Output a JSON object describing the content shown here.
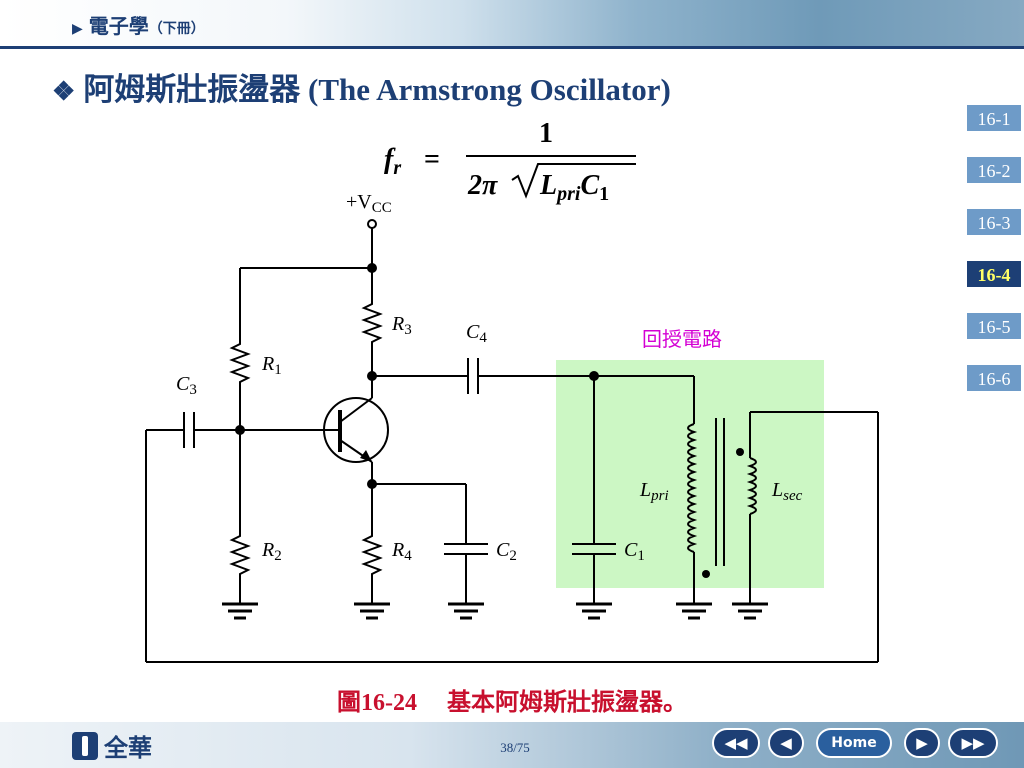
{
  "header": {
    "book_title": "電子學",
    "book_sub": "（下冊）"
  },
  "slide": {
    "title": "阿姆斯壯振盪器 (The Armstrong Oscillator)"
  },
  "nav_tabs": [
    {
      "label": "16-1"
    },
    {
      "label": "16-2"
    },
    {
      "label": "16-3"
    },
    {
      "label": "16-4"
    },
    {
      "label": "16-5"
    },
    {
      "label": "16-6"
    }
  ],
  "active_tab": "16-4",
  "formula": {
    "lhs": "f",
    "lhs_sub": "r",
    "equals": "=",
    "numerator": "1",
    "denom_coeff": "2π",
    "denom_L": "L",
    "denom_L_sub": "pri",
    "denom_C": "C",
    "denom_C_sub": "1"
  },
  "circuit": {
    "vcc_label": "+V",
    "vcc_sub": "CC",
    "feedback_label": "回授電路",
    "components": {
      "R1": {
        "letter": "R",
        "sub": "1"
      },
      "R2": {
        "letter": "R",
        "sub": "2"
      },
      "R3": {
        "letter": "R",
        "sub": "3"
      },
      "R4": {
        "letter": "R",
        "sub": "4"
      },
      "C1": {
        "letter": "C",
        "sub": "1"
      },
      "C2": {
        "letter": "C",
        "sub": "2"
      },
      "C3": {
        "letter": "C",
        "sub": "3"
      },
      "C4": {
        "letter": "C",
        "sub": "4"
      },
      "Lpri": {
        "letter": "L",
        "sub": "pri"
      },
      "Lsec": {
        "letter": "L",
        "sub": "sec"
      }
    },
    "colors": {
      "wire": "#000000",
      "feedback_fill": "#ccf7c4"
    }
  },
  "caption": {
    "number": "圖16-24",
    "text": "基本阿姆斯壯振盪器。"
  },
  "footer": {
    "logo_name": "全華",
    "page": "38/75",
    "nav": {
      "first": "◀◀",
      "prev": "◀",
      "home": "Home",
      "next": "▶",
      "last": "▶▶"
    }
  }
}
